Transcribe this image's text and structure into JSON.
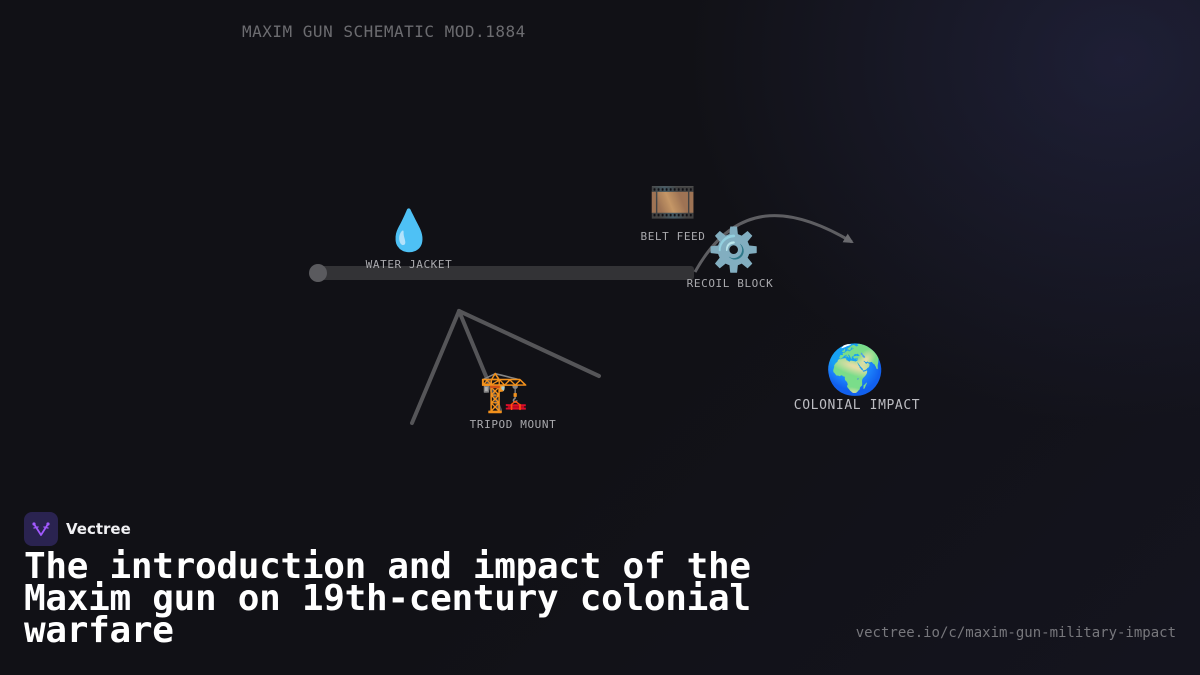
{
  "schematic": {
    "title": "MAXIM GUN SCHEMATIC MOD.1884"
  },
  "components": [
    {
      "id": "water-jacket",
      "icon": "droplet-icon",
      "glyph": "💧",
      "label": "WATER JACKET"
    },
    {
      "id": "belt-feed",
      "icon": "film-strip-icon",
      "glyph": "🎞️",
      "label": "BELT FEED"
    },
    {
      "id": "recoil-block",
      "icon": "gear-icon",
      "glyph": "⚙️",
      "label": "RECOIL BLOCK"
    },
    {
      "id": "tripod-mount",
      "icon": "crane-icon",
      "glyph": "🏗️",
      "label": "TRIPOD MOUNT"
    },
    {
      "id": "colonial-impact",
      "icon": "globe-icon",
      "glyph": "🌍",
      "label": "COLONIAL IMPACT"
    }
  ],
  "brand": {
    "name": "Vectree",
    "logo_icon": "vectree-logo-icon",
    "accent": "#a259ff"
  },
  "headline": "The introduction and impact of the Maxim gun on 19th-century colonial warfare",
  "source_url": "vectree.io/c/maxim-gun-military-impact",
  "colors": {
    "background": "#111116",
    "barrel": "#333336",
    "line": "#555558",
    "text_muted": "#a9a9ad"
  }
}
